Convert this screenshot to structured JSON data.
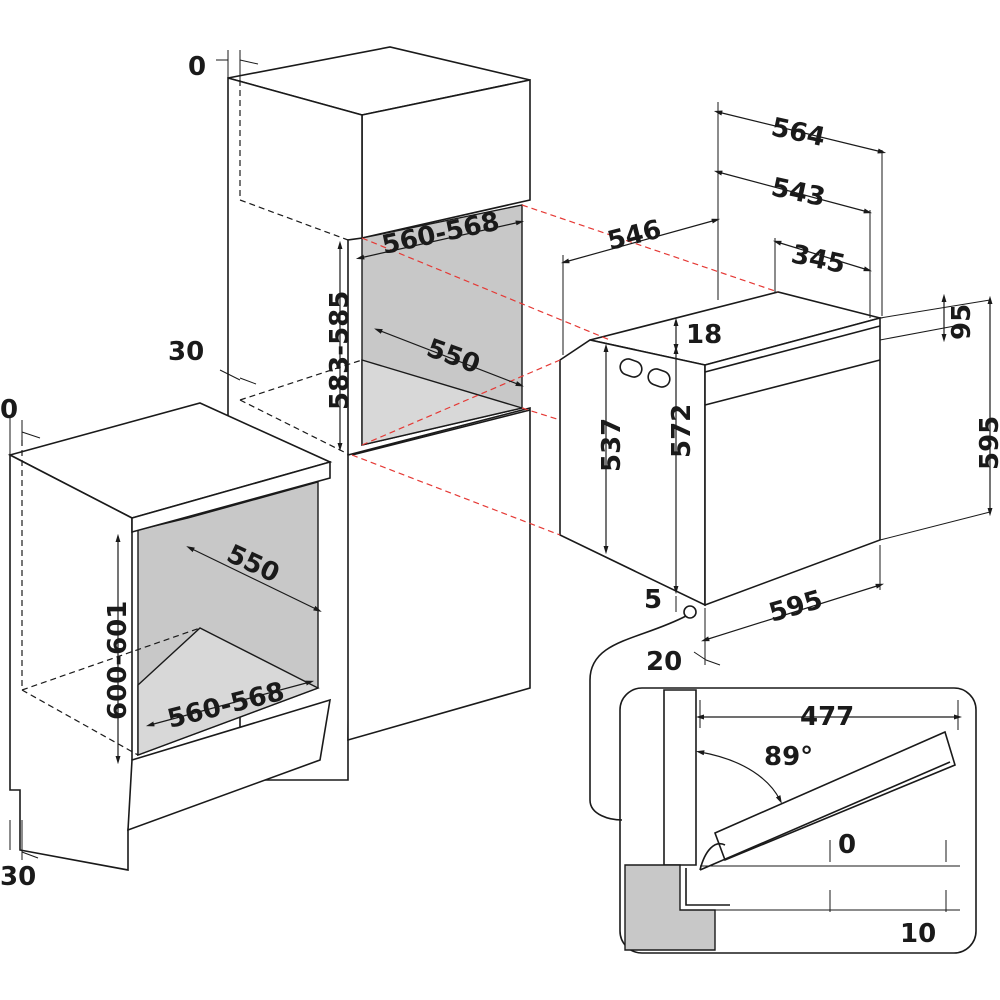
{
  "diagram": {
    "colors": {
      "line": "#1a1a1a",
      "cavity": "#c8c8c8",
      "hidden_edge": "#e53935"
    },
    "dimensions": {
      "tall_top_gap": "0",
      "tall_rear_gap": "30",
      "tall_niche_width": "560-568",
      "tall_niche_height": "583-585",
      "tall_niche_depth": "550",
      "base_top_gap": "0",
      "base_rear_gap": "30",
      "base_niche_height": "600-601",
      "base_niche_depth": "550",
      "base_niche_width": "560-568",
      "oven_depth_total": "564",
      "oven_depth_front": "543",
      "oven_body_depth": "546",
      "oven_rear_offset": "345",
      "panel_height": "95",
      "panel_offset": "18",
      "oven_height_total": "595",
      "body_height_inner": "537",
      "body_height": "572",
      "oven_width": "595",
      "bottom_gap": "5",
      "front_thickness": "20",
      "door_clearance": "477",
      "door_angle": "89°",
      "door_gap_top": "0",
      "door_gap_bottom": "10"
    }
  }
}
